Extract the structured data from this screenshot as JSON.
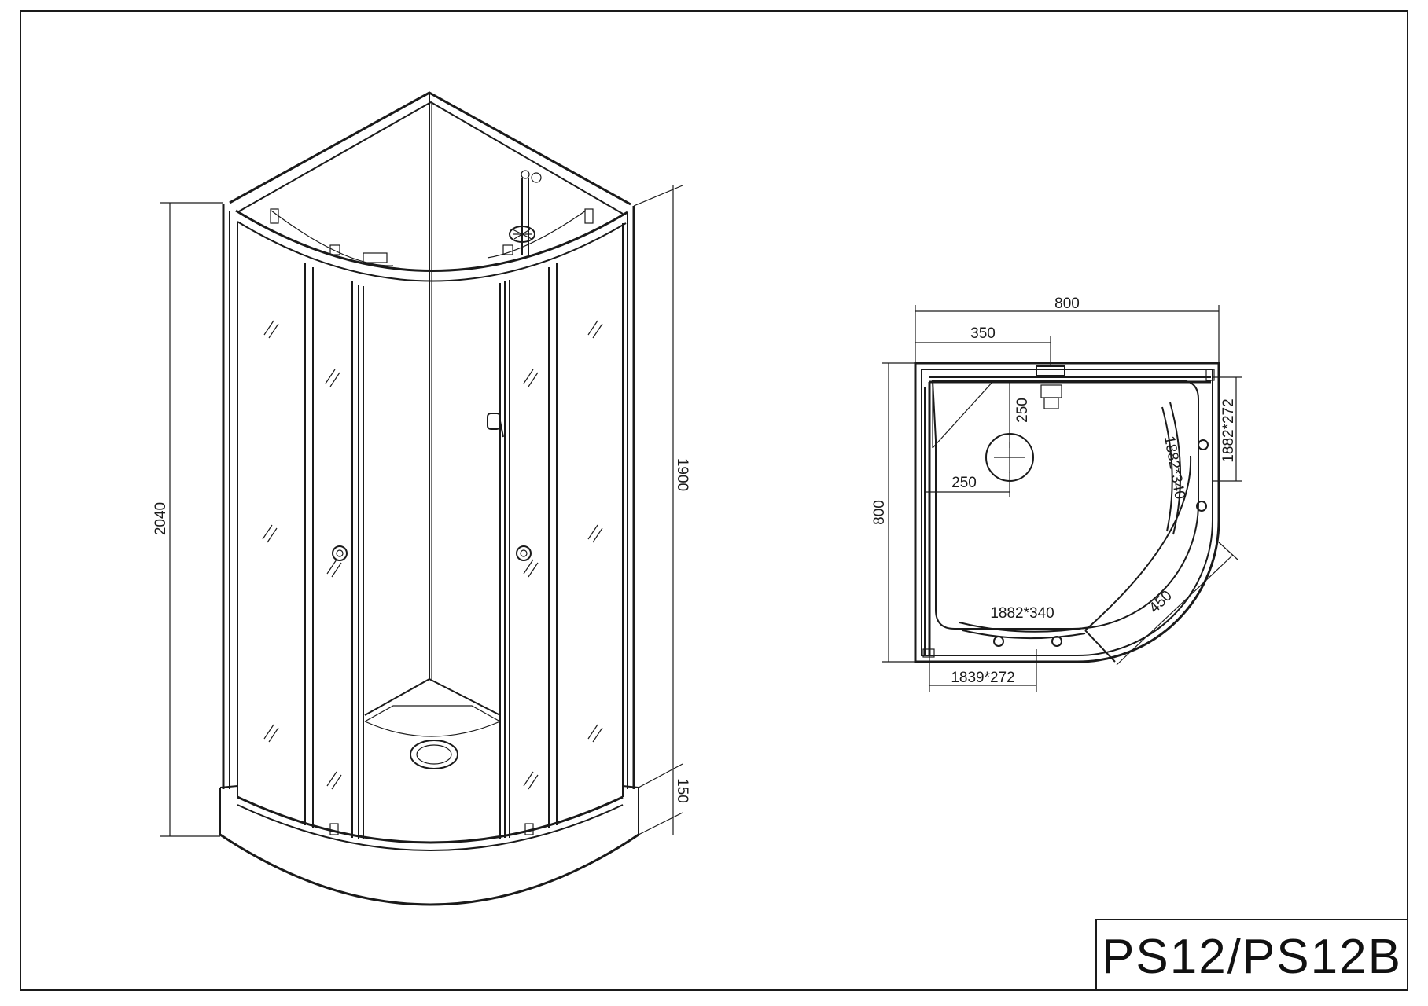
{
  "title_block": {
    "model": "PS12/PS12B"
  },
  "elevation_view": {
    "dimensions": {
      "overall_height": "2040",
      "door_height": "1900",
      "tray_height": "150"
    },
    "icons": [
      "door-knob-icon",
      "shower-head-icon",
      "glass-reflection-icon",
      "drain-icon"
    ]
  },
  "plan_view": {
    "dimensions": {
      "width": "800",
      "depth": "800",
      "drain_offset_x": "350",
      "drain_offset_y": "250",
      "drain_offset_side": "250",
      "side_panel": "1882*272",
      "curved_door_right": "1882*340",
      "curved_door_bottom": "1882*340",
      "front_panel": "1839*272",
      "radius": "450"
    }
  },
  "colors": {
    "line": "#1a1a1a",
    "background": "#ffffff"
  }
}
